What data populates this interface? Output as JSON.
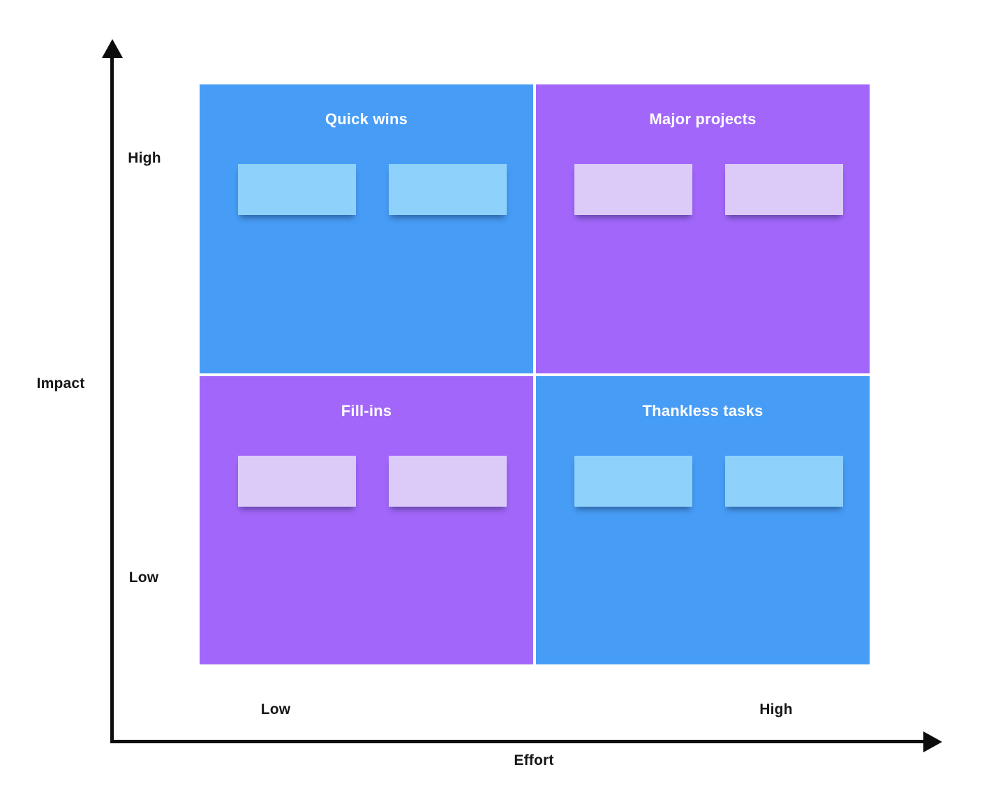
{
  "canvas": {
    "background": "#ffffff"
  },
  "colors": {
    "quadrant_blue": "#479CF5",
    "quadrant_purple": "#A267FA",
    "note_light_blue": "#8ED1FA",
    "note_light_purple": "#DCCBF8",
    "axis": "#0d0d0d",
    "quadrant_title_text": "#ffffff",
    "axis_label_text": "#161616"
  },
  "axes": {
    "y": {
      "label": "Impact",
      "high_label": "High",
      "low_label": "Low"
    },
    "x": {
      "label": "Effort",
      "low_label": "Low",
      "high_label": "High"
    }
  },
  "matrix": {
    "quadrants": [
      {
        "key": "quick-wins",
        "title": "Quick wins",
        "position": "top-left",
        "background": "#479CF5",
        "note_background": "#8ED1FA",
        "note_count": 2,
        "note_texts": [
          "",
          ""
        ]
      },
      {
        "key": "major-projects",
        "title": "Major projects",
        "position": "top-right",
        "background": "#A267FA",
        "note_background": "#DCCBF8",
        "note_count": 2,
        "note_texts": [
          "",
          ""
        ]
      },
      {
        "key": "fill-ins",
        "title": "Fill-ins",
        "position": "bottom-left",
        "background": "#A267FA",
        "note_background": "#DCCBF8",
        "note_count": 2,
        "note_texts": [
          "",
          ""
        ]
      },
      {
        "key": "thankless-tasks",
        "title": "Thankless tasks",
        "position": "bottom-right",
        "background": "#479CF5",
        "note_background": "#8ED1FA",
        "note_count": 2,
        "note_texts": [
          "",
          ""
        ]
      }
    ]
  }
}
